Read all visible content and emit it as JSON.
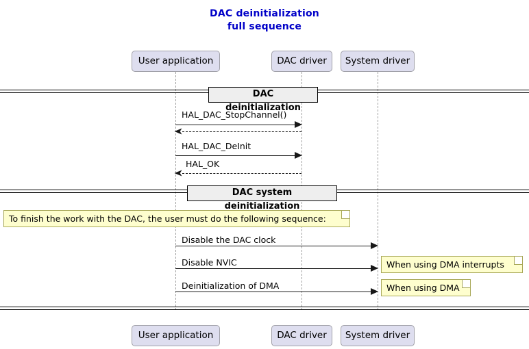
{
  "title": {
    "line1": "DAC deinitialization",
    "line2": "full sequence",
    "color": "#0000C8"
  },
  "participants": [
    {
      "id": "user-application",
      "label": "User application"
    },
    {
      "id": "dac-driver",
      "label": "DAC driver"
    },
    {
      "id": "system-driver",
      "label": "System driver"
    }
  ],
  "dividers": [
    {
      "id": "dac-deinitialization",
      "label": "DAC deinitialization"
    },
    {
      "id": "dac-system-deinitialization",
      "label": "DAC system deinitialization"
    }
  ],
  "messages": [
    {
      "id": "hal-dac-stopchannel",
      "label": "HAL_DAC_StopChannel()",
      "from": "User application",
      "to": "DAC driver",
      "style": "solid",
      "direction": "right"
    },
    {
      "id": "stopchannel-return",
      "label": "",
      "from": "DAC driver",
      "to": "User application",
      "style": "dashed",
      "direction": "left"
    },
    {
      "id": "hal-dac-deinit",
      "label": "HAL_DAC_DeInit",
      "from": "User application",
      "to": "DAC driver",
      "style": "solid",
      "direction": "right"
    },
    {
      "id": "hal-ok-return",
      "label": "HAL_OK",
      "from": "DAC driver",
      "to": "User application",
      "style": "dashed",
      "direction": "left"
    },
    {
      "id": "disable-dac-clock",
      "label": "Disable the DAC clock",
      "from": "User application",
      "to": "System driver",
      "style": "solid",
      "direction": "right"
    },
    {
      "id": "disable-nvic",
      "label": "Disable NVIC",
      "from": "User application",
      "to": "System driver",
      "style": "solid",
      "direction": "right"
    },
    {
      "id": "deinitialization-of-dma",
      "label": "Deinitialization of DMA",
      "from": "User application",
      "to": "System driver",
      "style": "solid",
      "direction": "right"
    }
  ],
  "notes": [
    {
      "id": "note-finish-work",
      "text": "To finish the work with the DAC, the user must do the following sequence:"
    },
    {
      "id": "note-dma-interrupts",
      "text": "When using DMA interrupts"
    },
    {
      "id": "note-using-dma",
      "text": "When using DMA"
    }
  ],
  "colors": {
    "note_fill": "#FEFECE",
    "note_border": "#A8A858",
    "participant_fill": "#DEDEEF",
    "participant_border": "#A0A0A8",
    "divider_fill": "#EEEEEE",
    "line": "#181818"
  }
}
